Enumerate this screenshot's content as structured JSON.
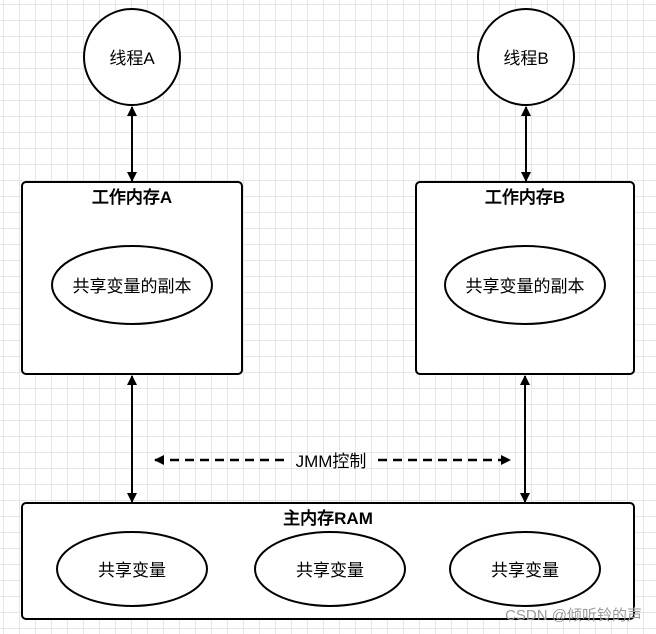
{
  "threads": {
    "a_label": "线程A",
    "b_label": "线程B"
  },
  "work_memory": {
    "a_title": "工作内存A",
    "b_title": "工作内存B",
    "copy_label": "共享变量的副本"
  },
  "main_memory": {
    "title": "主内存RAM",
    "shared_vars": [
      "共享变量",
      "共享变量",
      "共享变量"
    ]
  },
  "jmm_label": "JMM控制",
  "watermark": "CSDN @倾听铃的声",
  "colors": {
    "stroke": "#000000",
    "grid": "#e6e6e6",
    "background": "#ffffff",
    "watermark": "#9a9a9a"
  }
}
